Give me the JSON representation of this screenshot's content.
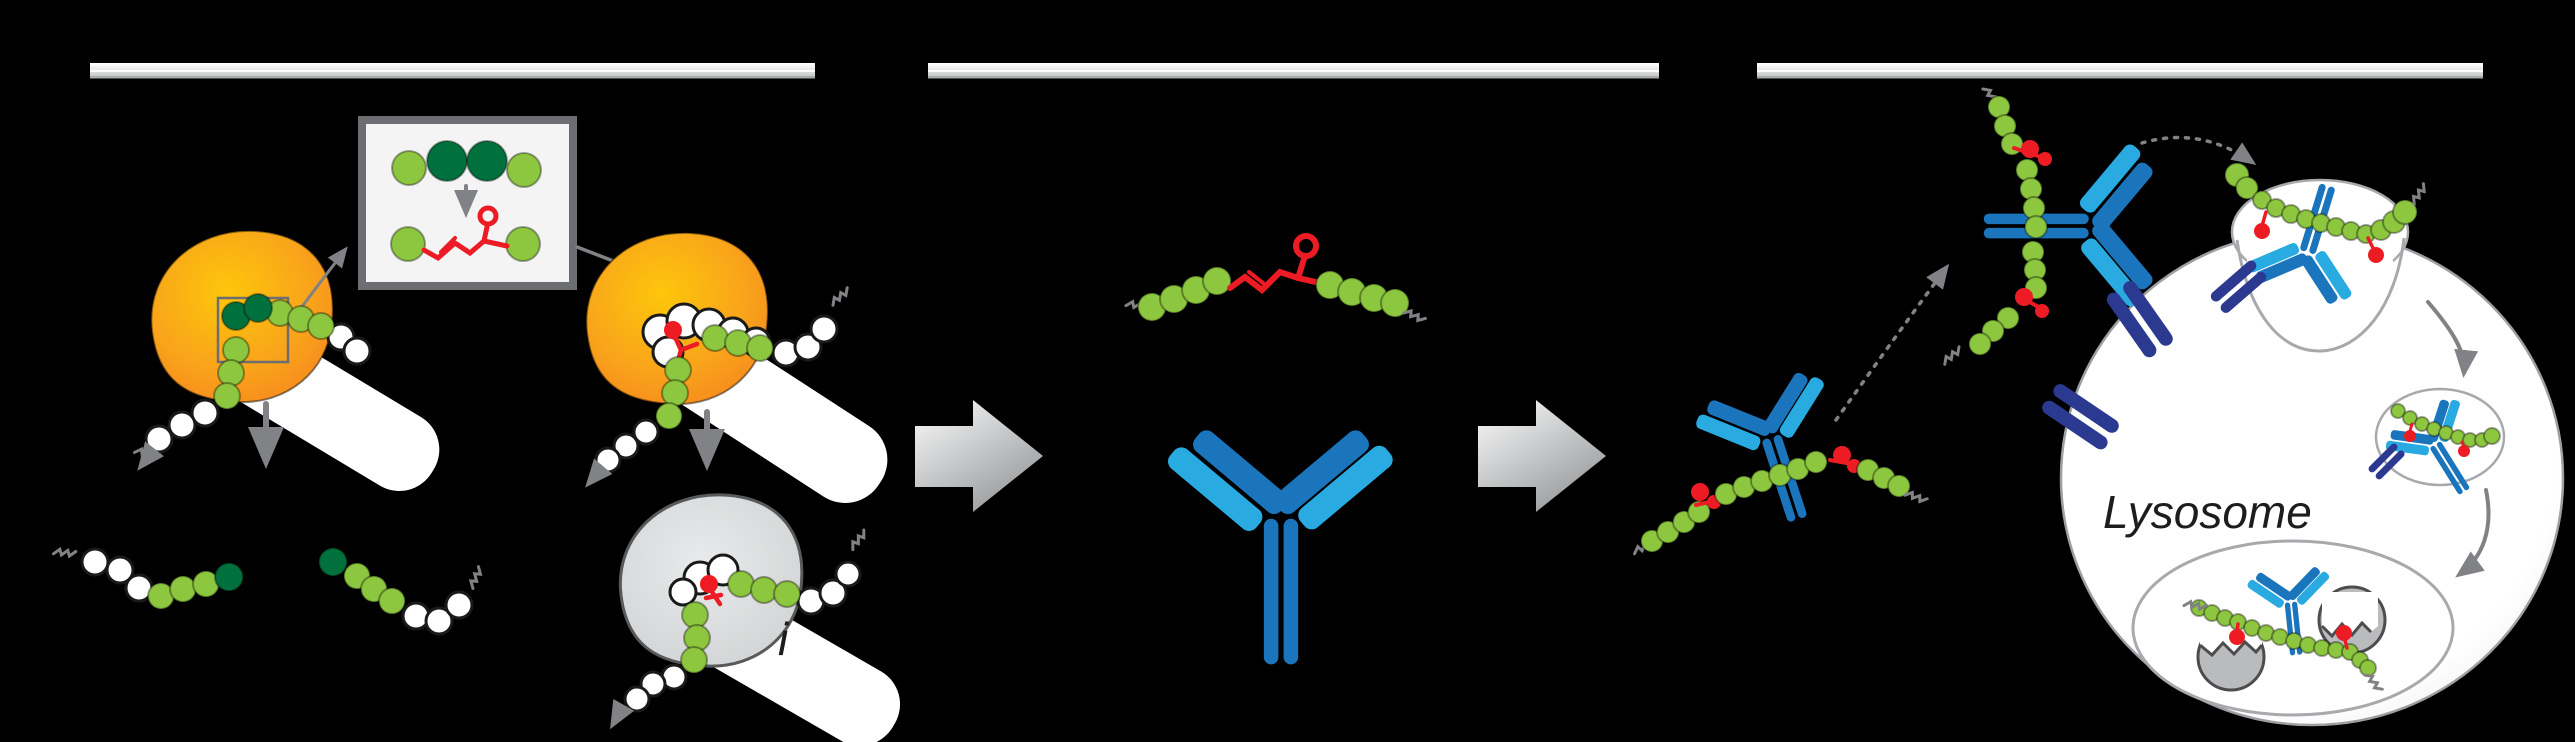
{
  "figure": {
    "background": "#000000",
    "type": "scientific-schematic",
    "panel_count": 3
  },
  "labels": {
    "lysosome": "Lysosome",
    "partial_letter": "i"
  },
  "palette": {
    "light_green": "#8dc63f",
    "dark_green": "#00703c",
    "red": "#ed1c24",
    "ab_dark": "#1b75bc",
    "ab_light": "#29abe2",
    "receptor_navy": "#2b3990",
    "arrow_gray": "#808285",
    "outline_dark": "#1a1a1a",
    "membrane_gray": "#a7a9ac",
    "pacman_gray": "#b9bbbd",
    "label_black": "#1d1d1b",
    "enzyme_orange": "#f9a51a",
    "enzyme_gray": "#d0d2d3",
    "panel_bar_gray": "#cfcfcf",
    "big_arrow_gray": "#9fa1a3",
    "inset_bg": "#f4f4f4",
    "inset_frame": "#6d6e71"
  },
  "panels": [
    {
      "name": "left",
      "icons": [
        "panel-bar",
        "orange-enzyme-blob",
        "bead-chain",
        "zoom-square-outline",
        "inset-zoom-box",
        "disaccharide-beads",
        "red-linker-structure",
        "modified-enzyme-site",
        "down-arrow",
        "cleaved-chain-fragments",
        "gray-inactive-enzyme-blob"
      ]
    },
    {
      "name": "middle",
      "icons": [
        "panel-bar",
        "glycan-red-linker-chain",
        "antibody"
      ]
    },
    {
      "name": "right",
      "icons": [
        "panel-bar",
        "antibody-glycan-conjugate",
        "dashed-path-arrow",
        "cell-membrane-circle",
        "membrane-receptor",
        "endocytosis-pocket",
        "endosome-vesicle",
        "lysosome-vesicle",
        "degrading-enzyme-pacman",
        "lysosome-label"
      ]
    }
  ]
}
